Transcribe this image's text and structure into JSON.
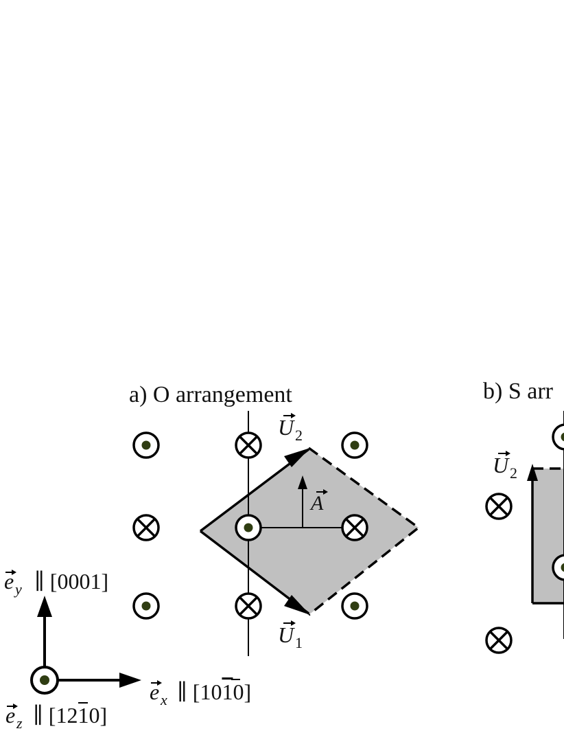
{
  "panel_a": {
    "title": "a) O arrangement",
    "vec_u2": "U",
    "vec_u2_sub": "2",
    "vec_u1": "U",
    "vec_u1_sub": "1",
    "vec_a": "A"
  },
  "panel_b": {
    "title": "b) S arr",
    "vec_u2": "U",
    "vec_u2_sub": "2"
  },
  "axes": {
    "ey_symbol": "e",
    "ey_sub": "y",
    "ey_dir": "∥ [0001]",
    "ex_symbol": "e",
    "ex_sub": "x",
    "ex_dir_pre": "∥ [10",
    "ex_dir_bar": "1",
    "ex_dir_post": "0]",
    "ez_symbol": "e",
    "ez_sub": "z",
    "ez_dir_pre": "∥ [1",
    "ez_dir_bar": "2",
    "ez_dir_post": "10]"
  },
  "colors": {
    "cell_fill": "#c0c0c0",
    "dot": "#2f3d12",
    "stroke": "#000000"
  }
}
